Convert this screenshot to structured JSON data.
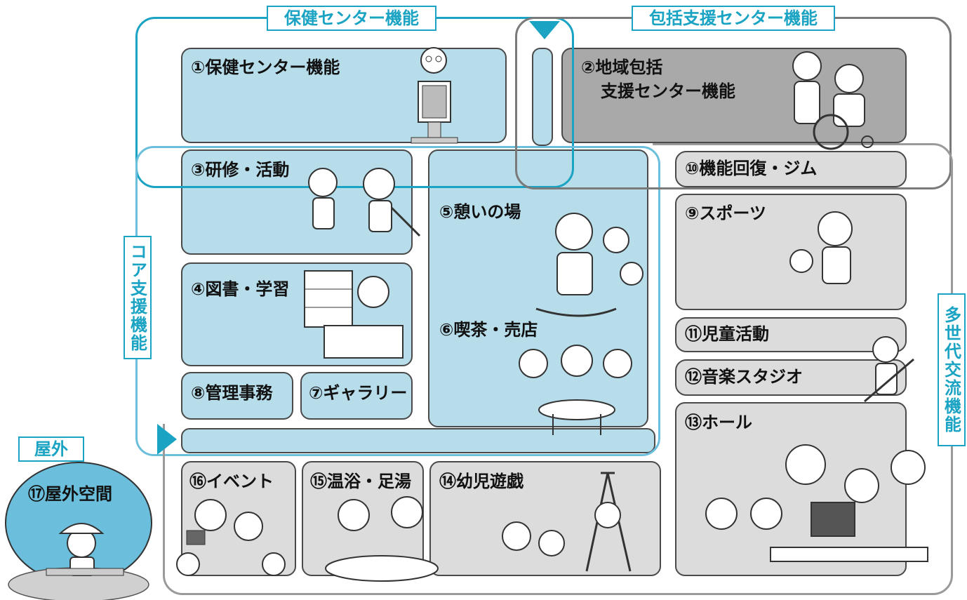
{
  "frames": {
    "hoken": "保健センター機能",
    "houkatsu": "包括支援センター機能",
    "core": "コア支援機能",
    "tasedai": "多世代交流機能",
    "outdoor": "屋外"
  },
  "rooms": {
    "r1": "①保健センター機能",
    "r2_line1": "②地域包括",
    "r2_line2": "支援センター機能",
    "r3": "③研修・活動",
    "r4": "④図書・学習",
    "r5": "⑤憩いの場",
    "r6": "⑥喫茶・売店",
    "r7": "⑦ギャラリー",
    "r8": "⑧管理事務",
    "r9": "⑨スポーツ",
    "r10": "⑩機能回復・ジム",
    "r11": "⑪児童活動",
    "r12": "⑫音楽スタジオ",
    "r13": "⑬ホール",
    "r14": "⑭幼児遊戯",
    "r15": "⑮温浴・足湯",
    "r16": "⑯イベント",
    "r17": "⑰屋外空間"
  },
  "colors": {
    "core_blue": "#1aa3c2",
    "room_blue": "#b7dcea",
    "room_gray": "#dcdcdc",
    "room_darkgray": "#a9a9a9",
    "frame_gray": "#7a7a7a",
    "outdoor_blue": "#6cbfdc"
  }
}
